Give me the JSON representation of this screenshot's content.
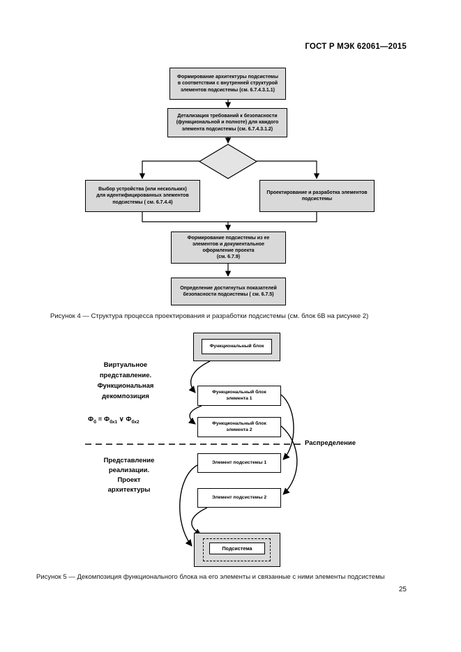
{
  "header": {
    "title": "ГОСТ Р МЭК 62061—2015"
  },
  "figure4": {
    "box_architecture": "Формирование архитектуры подсистемы\nв соответствии с внутренней структурой\nэлементов подсистемы (см. 6.7.4.3.1.1)",
    "box_requirements": "Детализация требований к безопасности\n(функциональной и полноте) для каждого\nэлемента подсистемы (см. 6.7.4.3.1.2)",
    "box_device_selection": "Выбор устройства (или нескольких)\nдля идентифицированных элементов\nподсистемы ( см. 6.7.4.4)",
    "box_design": "Проектирование и разработка элементов\nподсистемы",
    "box_assembly": "Формирование подсистемы из ее\nэлементов и документальное\nоформление проекта\n(см. 6.7.9)",
    "box_evaluation": "Определение достигнутых показателей\nбезопасности подсистемы ( см. 6.7.5)",
    "caption": "Рисунок 4 — Структура процесса проектирования и разработки подсистемы (см. блок 6В на рисунке 2)"
  },
  "figure5": {
    "functional_block": "Функциональный блок",
    "label_virtual": "Виртуальное\nпредставление.\nФункциональная\nдекомпозиция",
    "formula": {
      "f1": "Ф",
      "s1": "б",
      "f2": " = Ф",
      "s2": "бх1",
      "f3": " ∨ Ф",
      "s3": "бх2"
    },
    "block_element1": "Функциональный блок\nэлемента 1",
    "block_element2": "Функциональный блок\nэлемента 2",
    "label_allocation": "Распределение",
    "label_realization": "Представление\nреализации.\nПроект\nархитектуры",
    "subsystem_element1": "Элемент подсистемы 1",
    "subsystem_element2": "Элемент подсистемы 2",
    "subsystem": "Подсистема",
    "caption": "Рисунок 5 — Декомпозиция функционального блока на его элементы и связанные с ними элементы подсистемы"
  },
  "page_number": "25",
  "colors": {
    "box_fill": "#d9d9d9",
    "diamond_fill": "#e4e4e4",
    "line": "#000000"
  }
}
